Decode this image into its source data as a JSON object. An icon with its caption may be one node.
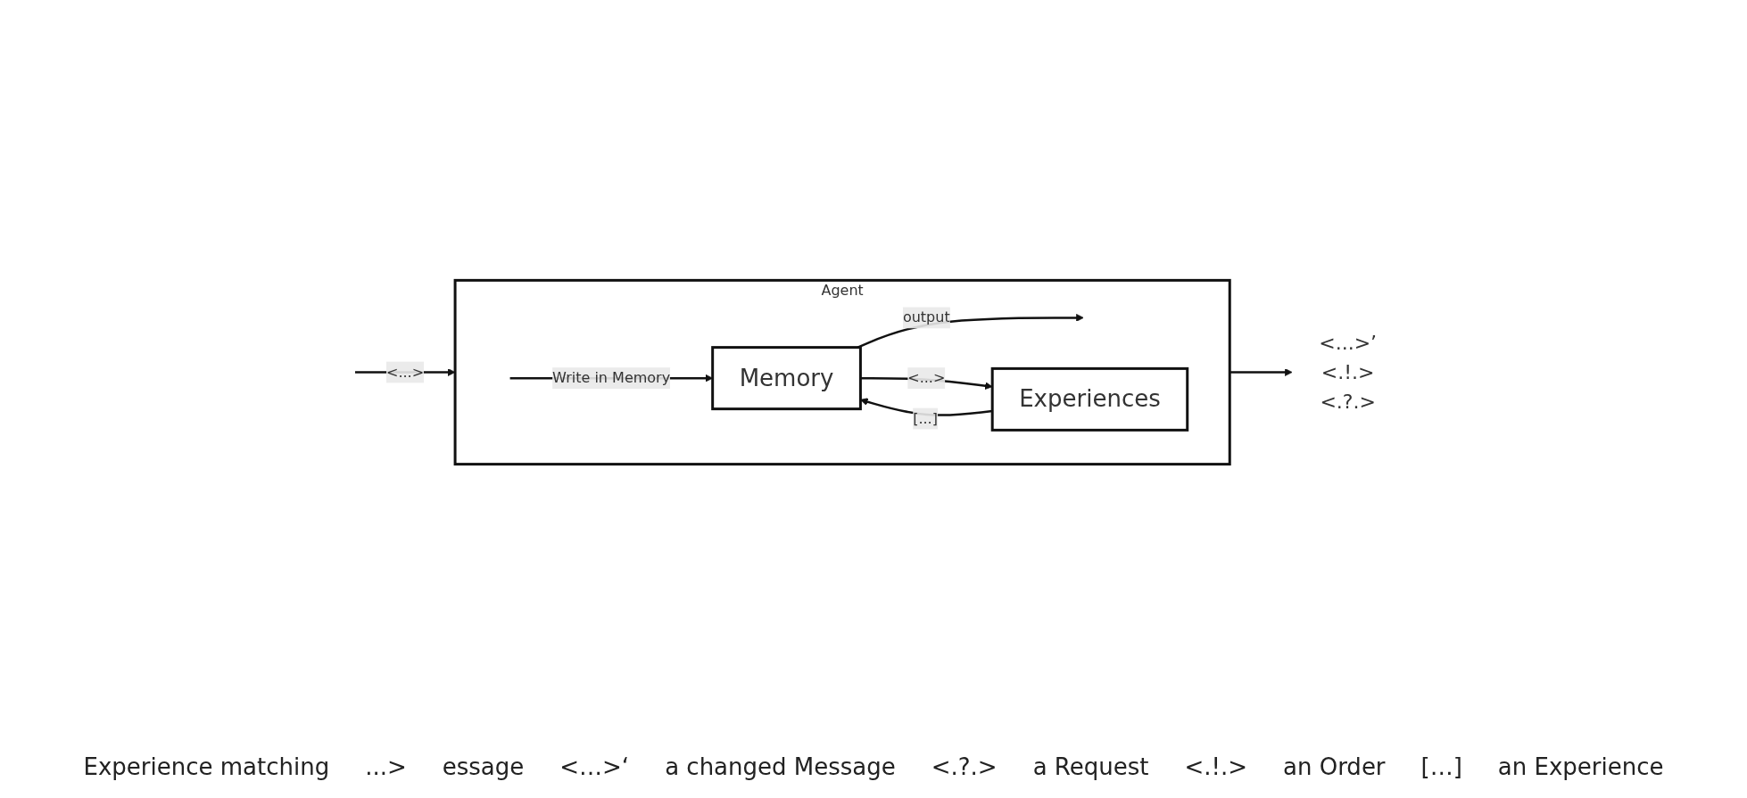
{
  "diagram": {
    "nodes": [
      {
        "text": [
          "Agent"
        ]
      },
      {
        "text": [
          "Memory"
        ],
        "in": 0
      },
      {
        "text": [
          "Experiences"
        ],
        "in": 0
      },
      {
        "text": [
          "<...>’",
          "<.!.>",
          "<.?.>"
        ]
      }
    ],
    "edges": [
      {
        "from": null,
        "to": 0,
        "arrow": "to",
        "label": "<...>"
      },
      {
        "from": null,
        "to": 1,
        "arrow": "to",
        "label": "Write in Memory"
      },
      {
        "from": 1,
        "to": null,
        "arrow": "to",
        "label": "output"
      },
      {
        "from": 1,
        "to": 2,
        "arrow": "to",
        "label": "<...>"
      },
      {
        "from": 2,
        "to": 1,
        "arrow": "to",
        "label": "[...]"
      },
      {
        "from": 0,
        "to": 3,
        "arrow": "to"
      }
    ],
    "labels": [
      "Experience matching",
      "...>",
      "essage",
      "<…>‘",
      "a changed Message",
      "<.?.>",
      "a Request",
      "<.!.>",
      "an Order",
      "[…]",
      "an Experience"
    ]
  }
}
